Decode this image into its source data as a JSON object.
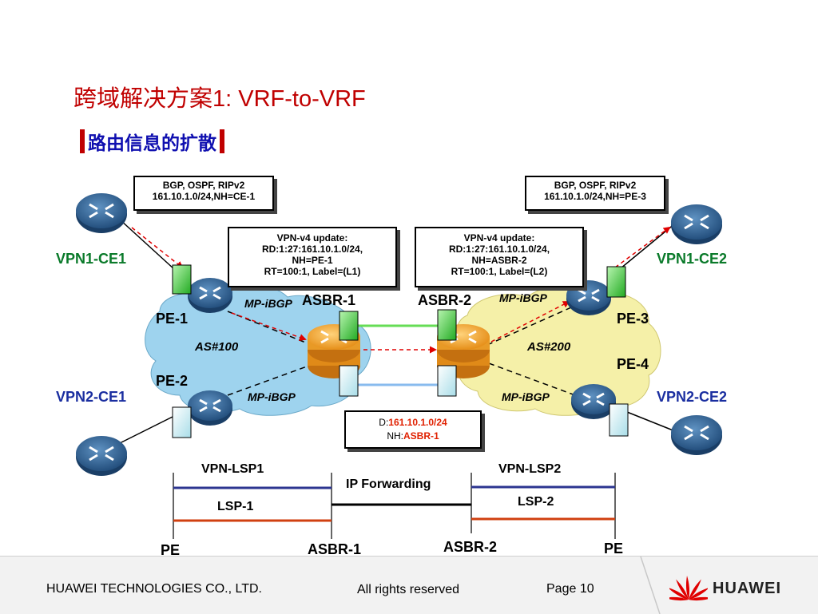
{
  "header": {
    "title": "跨域解决方案1: VRF-to-VRF",
    "subtitle": "路由信息的扩散"
  },
  "boxes": {
    "ce1_update": [
      "BGP, OSPF, RIPv2",
      "161.10.1.0/24,NH=CE-1"
    ],
    "ce3_update": [
      "BGP, OSPF, RIPv2",
      "161.10.1.0/24,NH=PE-3"
    ],
    "vpnv4_left": [
      "VPN-v4 update:",
      "RD:1:27:161.10.1.0/24,",
      "NH=PE-1",
      "RT=100:1, Label=(L1)"
    ],
    "vpnv4_right": [
      "VPN-v4 update:",
      "RD:1:27:161.10.1.0/24,",
      "NH=ASBR-2",
      "RT=100:1, Label=(L2)"
    ],
    "ip_update": {
      "d_label": "D:",
      "d_value": "161.10.1.0/24",
      "nh_label": "NH:",
      "nh_value": "ASBR-1"
    }
  },
  "nodes": {
    "vpn1_ce1": "VPN1-CE1",
    "vpn1_ce2": "VPN1-CE2",
    "vpn2_ce1": "VPN2-CE1",
    "vpn2_ce2": "VPN2-CE2",
    "pe1": "PE-1",
    "pe2": "PE-2",
    "pe3": "PE-3",
    "pe4": "PE-4",
    "asbr1": "ASBR-1",
    "asbr2": "ASBR-2",
    "as100": "AS#100",
    "as200": "AS#200",
    "mpibgp_left_top": "MP-iBGP",
    "mpibgp_left_bottom": "MP-iBGP",
    "mpibgp_right_top": "MP-iBGP",
    "mpibgp_right_bottom": "MP-iBGP"
  },
  "lsp": {
    "vpn_lsp1": "VPN-LSP1",
    "vpn_lsp2": "VPN-LSP2",
    "ip_forwarding": "IP Forwarding",
    "lsp1": "LSP-1",
    "lsp2": "LSP-2",
    "pe_left": "PE",
    "asbr1": "ASBR-1",
    "asbr2": "ASBR-2",
    "pe_right": "PE"
  },
  "footer": {
    "company": "HUAWEI TECHNOLOGIES CO., LTD.",
    "rights": "All rights reserved",
    "page": "Page 10",
    "logo_text": "HUAWEI"
  },
  "colors": {
    "title": "#c00000",
    "subtitle": "#1010b0",
    "vpn1": "#0a7a2a",
    "vpn2": "#1a2ea0",
    "as100_cloud": "#9ed3ee",
    "as200_cloud": "#f5f0a8",
    "router_blue": "#2a5e92",
    "asbr_orange": "#f2a130",
    "vrf_green": "#3cc23c",
    "vrf_blue": "#bfe6ee",
    "lsp_blue": "#2c3590",
    "lsp_red": "#d04010",
    "link_green": "#66dd55",
    "link_blue": "#88bbee",
    "arrow_red": "#e00000"
  }
}
